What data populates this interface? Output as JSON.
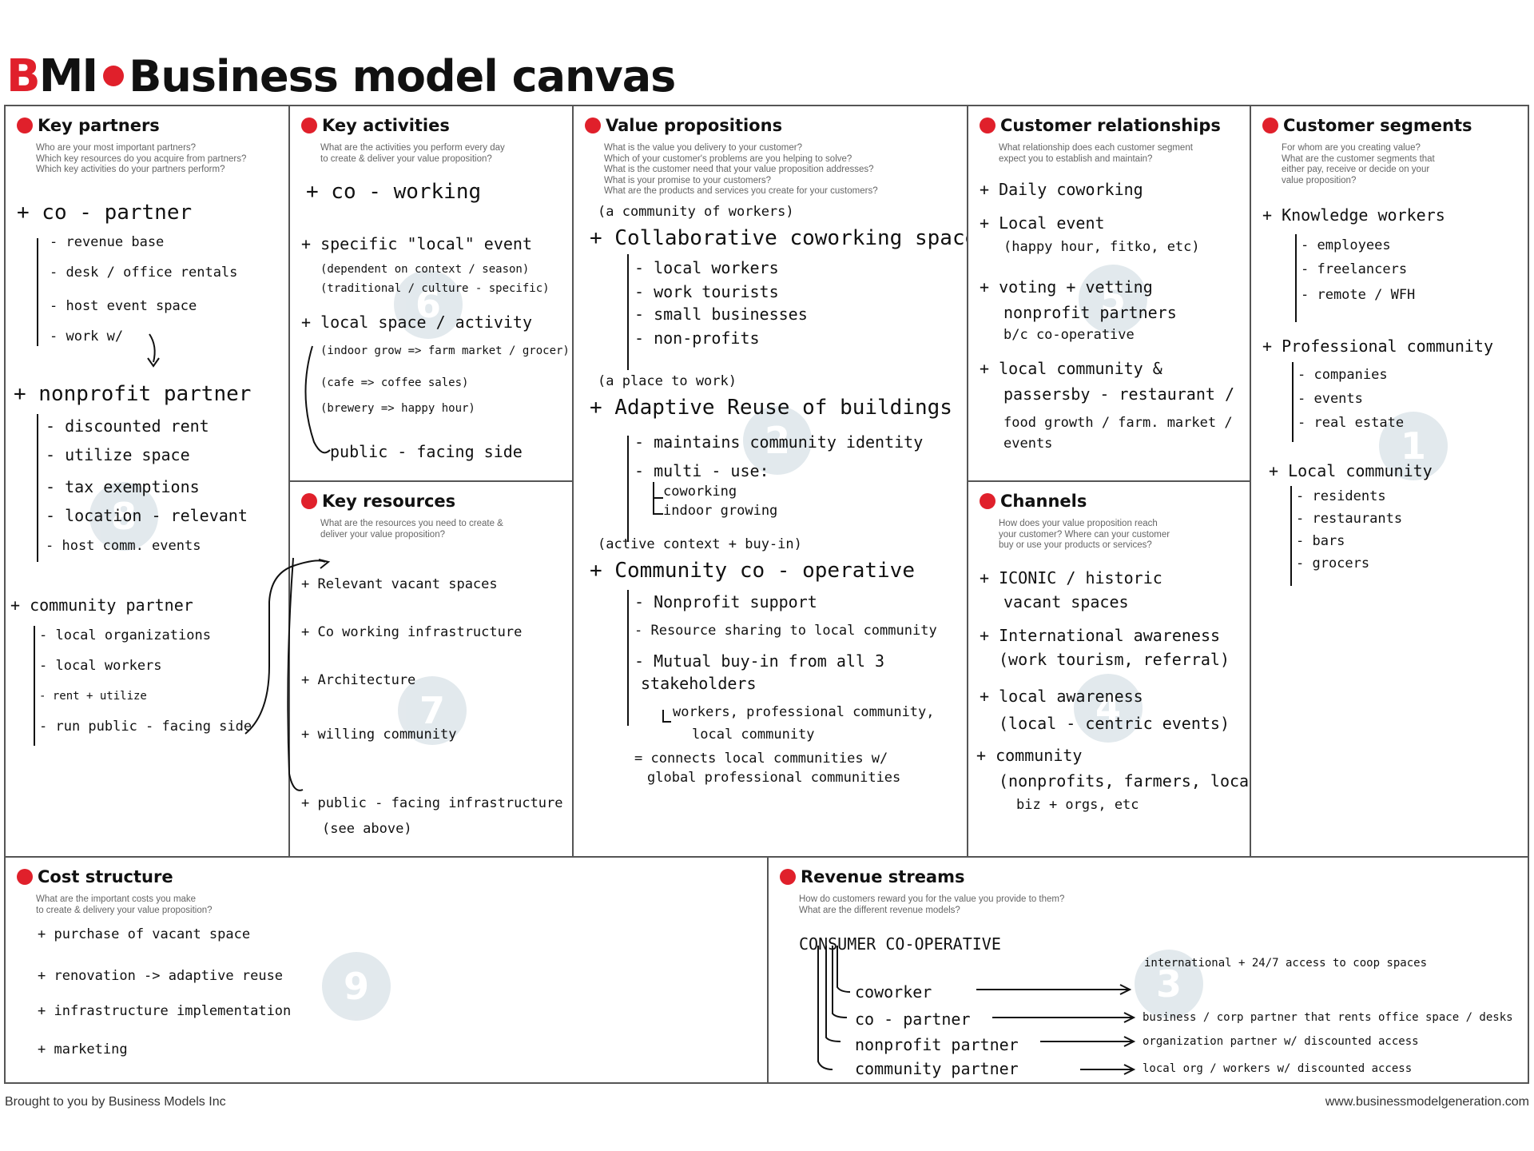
{
  "header": {
    "logo_b": "B",
    "logo_mi": "MI",
    "title": "Business model canvas"
  },
  "cells": {
    "key_partners": {
      "title": "Key partners",
      "prompt": [
        "Who are your most important partners?",
        "Which key resources do you acquire from partners?",
        "Which key activities do your partners perform?"
      ],
      "number": "8",
      "notes": [
        "+ co - partner",
        "- revenue base",
        "- desk / office rentals",
        "- host event space",
        "- work w/",
        "+ nonprofit partner",
        "- discounted rent",
        "- utilize space",
        "- tax exemptions",
        "- location - relevant",
        "- host comm. events",
        "+ community partner",
        "- local organizations",
        "- local workers",
        "- rent + utilize",
        "- run public - facing side"
      ]
    },
    "key_activities": {
      "title": "Key activities",
      "prompt": [
        "What are the activities you perform every day",
        "to create & deliver your value proposition?"
      ],
      "number": "6",
      "notes": [
        "+ co - working",
        "+ specific \"local\" event",
        "(dependent on context / season)",
        "(traditional / culture - specific)",
        "+ local space / activity",
        "(indoor grow => farm market / grocer)",
        "(cafe => coffee sales)",
        "(brewery => happy hour)",
        "public - facing side"
      ]
    },
    "value_propositions": {
      "title": "Value propositions",
      "prompt": [
        "What is the value you delivery to your customer?",
        "Which of your customer's problems are you helping to solve?",
        "What is the customer need that your value proposition addresses?",
        "What is your promise to your customers?",
        "What are the products and services you create for your customers?"
      ],
      "number": "2",
      "notes": [
        "(a community of workers)",
        "+ Collaborative coworking space",
        "- local workers",
        "- work tourists",
        "- small businesses",
        "- non-profits",
        "(a place to work)",
        "+ Adaptive Reuse of buildings",
        "- maintains community identity",
        "- multi - use:",
        "coworking",
        "indoor growing",
        "(active context + buy-in)",
        "+ Community co - operative",
        "- Nonprofit support",
        "- Resource sharing to local community",
        "- Mutual buy-in from all 3",
        "stakeholders",
        "workers, professional community,",
        "local community",
        "= connects local communities w/",
        "global professional communities"
      ]
    },
    "customer_relationships": {
      "title": "Customer relationships",
      "prompt": [
        "What relationship does each customer segment",
        "expect you to establish and maintain?"
      ],
      "number": "5",
      "notes": [
        "+ Daily coworking",
        "+ Local event",
        "(happy hour, fitko, etc)",
        "+ voting + vetting",
        "nonprofit partners",
        "b/c co-operative",
        "+ local community &",
        "passersby - restaurant /",
        "food growth / farm. market /",
        "events"
      ]
    },
    "customer_segments": {
      "title": "Customer segments",
      "prompt": [
        "For whom are you creating value?",
        "What are the customer segments that",
        "either pay, receive or decide on your",
        "value proposition?"
      ],
      "number": "1",
      "notes": [
        "+ Knowledge workers",
        "- employees",
        "- freelancers",
        "- remote / WFH",
        "+ Professional community",
        "- companies",
        "- events",
        "- real estate",
        "+ Local community",
        "- residents",
        "- restaurants",
        "- bars",
        "- grocers"
      ]
    },
    "key_resources": {
      "title": "Key resources",
      "prompt": [
        "What are the resources you need to create &",
        "deliver your value proposition?"
      ],
      "number": "7",
      "notes": [
        "+ Relevant vacant spaces",
        "+ Co working infrastructure",
        "+ Architecture",
        "+ willing community",
        "+ public - facing infrastructure",
        "(see above)"
      ]
    },
    "channels": {
      "title": "Channels",
      "prompt": [
        "How does your value proposition reach",
        "your customer? Where can your customer",
        "buy or use your products or services?"
      ],
      "number": "4",
      "notes": [
        "+ ICONIC / historic",
        "vacant spaces",
        "+ International awareness",
        "(work tourism, referral)",
        "+ local awareness",
        "(local - centric events)",
        "+ community",
        "(nonprofits, farmers, local",
        "biz + orgs, etc"
      ]
    },
    "cost_structure": {
      "title": "Cost structure",
      "prompt": [
        "What are the important costs you make",
        "to create & delivery your value proposition?"
      ],
      "number": "9",
      "notes": [
        "+ purchase of vacant space",
        "+ renovation -> adaptive reuse",
        "+ infrastructure implementation",
        "+ marketing"
      ]
    },
    "revenue_streams": {
      "title": "Revenue streams",
      "prompt": [
        "How do customers reward you for the value you provide to them?",
        "What are the different revenue models?"
      ],
      "number": "3",
      "notes": [
        "CONSUMER CO-OPERATIVE",
        "coworker",
        "international + 24/7 access to coop spaces",
        "co - partner",
        "business / corp partner that rents office space / desks",
        "nonprofit partner",
        "organization partner w/ discounted access",
        "community partner",
        "local org / workers w/ discounted access"
      ]
    }
  },
  "footer": {
    "left": "Brought to you by Business Models Inc",
    "right": "www.businessmodelgeneration.com"
  },
  "colors": {
    "accent": "#e0202b",
    "border": "#555555",
    "number_circle": "#d9e2e7"
  }
}
